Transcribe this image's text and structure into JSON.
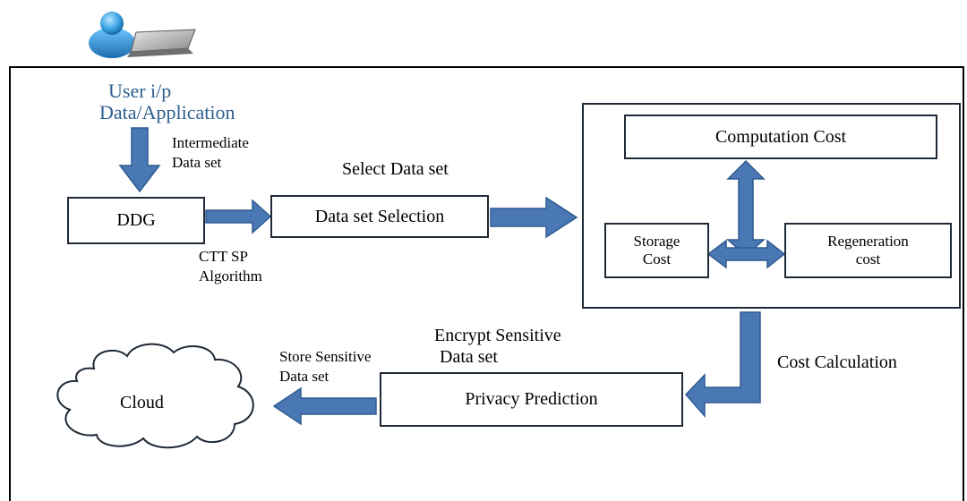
{
  "user": {
    "line1": "User i/p",
    "line2": "Data/Application"
  },
  "labels": {
    "intermediate_line1": "Intermediate",
    "intermediate_line2": "Data set",
    "select_data_set": "Select Data set",
    "ctt_line1": "CTT SP",
    "ctt_line2": "Algorithm",
    "encrypt_line1": "Encrypt Sensitive",
    "encrypt_line2": "Data set",
    "store_line1": "Store Sensitive",
    "store_line2": "Data set",
    "cost_calculation": "Cost Calculation"
  },
  "nodes": {
    "ddg": "DDG",
    "data_set_selection": "Data set Selection",
    "computation_cost": "Computation Cost",
    "storage_line1": "Storage",
    "storage_line2": "Cost",
    "regeneration_line1": "Regeneration",
    "regeneration_line2": "cost",
    "privacy_prediction": "Privacy Prediction",
    "cloud": "Cloud"
  },
  "colors": {
    "arrow_fill": "#4a78b5",
    "arrow_stroke": "#2f5a91",
    "box_border": "#1f2a36",
    "user_text": "#2e5f8f"
  }
}
